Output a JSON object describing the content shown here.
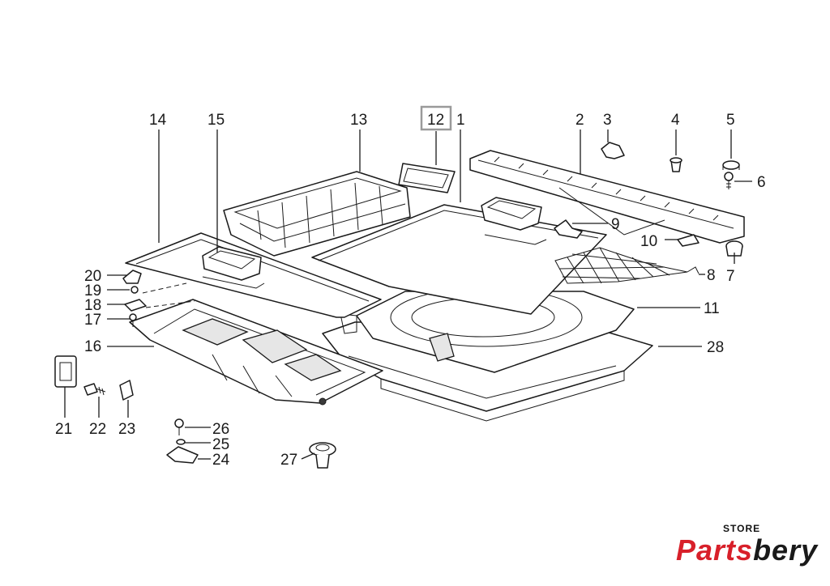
{
  "diagram": {
    "callouts": [
      "1",
      "2",
      "3",
      "4",
      "5",
      "6",
      "7",
      "8",
      "9",
      "10",
      "11",
      "12",
      "13",
      "14",
      "15",
      "16",
      "17",
      "18",
      "19",
      "20",
      "21",
      "22",
      "23",
      "24",
      "25",
      "26",
      "27",
      "28"
    ],
    "highlighted_callout": "12",
    "highlight_color": "#9a9a9a"
  },
  "logo": {
    "store": "STORE",
    "brand_red": "Parts",
    "brand_black": "bery",
    "accent_color": "#d8202a"
  }
}
